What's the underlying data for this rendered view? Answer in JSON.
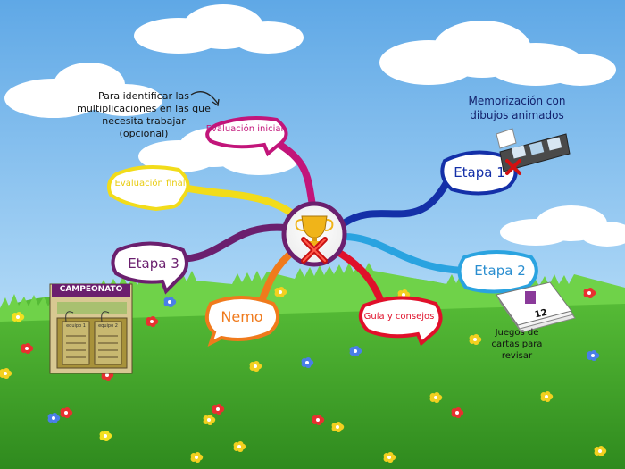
{
  "center": {
    "icon": "trophy-icon"
  },
  "notes": {
    "optional_hint": "Para identificar las multiplicaciones en las que necesita trabajar (opcional)",
    "memorizacion": "Memorización con dibujos animados",
    "juegos": "Juegos de cartas para revisar"
  },
  "branches": {
    "evaluacion_inicial": {
      "label": "Evaluación inicial",
      "color": "#c2157a"
    },
    "evaluacion_final": {
      "label": "Evaluación final",
      "color": "#f2dc1a"
    },
    "etapa1": {
      "label": "Etapa 1",
      "color": "#1430a8"
    },
    "etapa2": {
      "label": "Etapa 2",
      "color": "#2aa3e0"
    },
    "etapa3": {
      "label": "Etapa 3",
      "color": "#6b1f6e"
    },
    "nemo": {
      "label": "Nemo",
      "color": "#f07a1c"
    },
    "guia": {
      "label": "Guía y consejos",
      "color": "#e0102a"
    }
  },
  "campeonato": {
    "title": "CAMPEONATO",
    "card_a": "equipo 1",
    "card_b": "equipo 2"
  },
  "card_number": "12"
}
